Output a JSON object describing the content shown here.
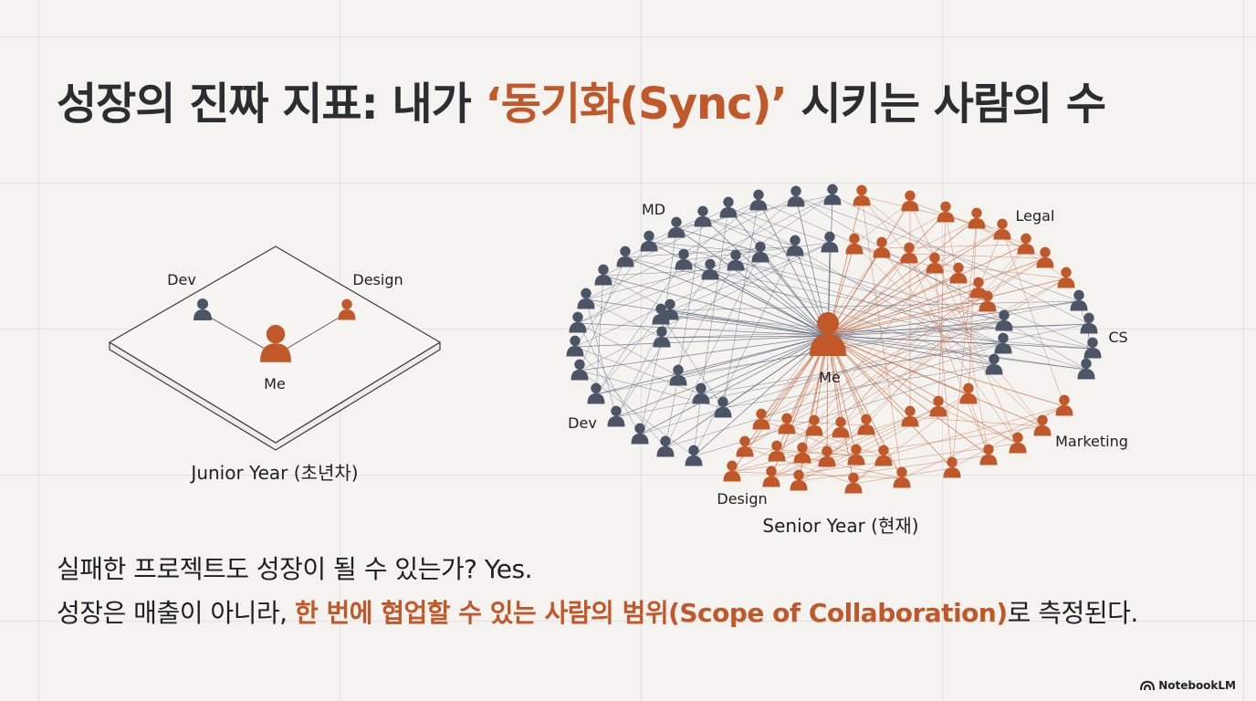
{
  "title": {
    "prefix": "성장의 진짜 지표: 내가 ",
    "highlight": "‘동기화(Sync)’",
    "suffix": " 시키는 사람의 수"
  },
  "junior": {
    "caption": "Junior Year (초년차)",
    "labels": {
      "dev": "Dev",
      "design": "Design",
      "me": "Me"
    }
  },
  "senior": {
    "caption": "Senior Year (현재)",
    "labels": {
      "md": "MD",
      "legal": "Legal",
      "cs": "CS",
      "marketing": "Marketing",
      "design": "Design",
      "dev": "Dev",
      "me": "Me"
    }
  },
  "body": {
    "line1": "실패한 프로젝트도 성장이 될 수 있는가? Yes.",
    "line2_prefix": "성장은 매출이 아니라, ",
    "line2_highlight": "한 번에 협업할 수 있는 사람의 범위(Scope of Collaboration)",
    "line2_suffix": "로 측정된다."
  },
  "logo": {
    "text": "NotebookLM",
    "icon": "notebooklm-icon"
  },
  "colors": {
    "accent": "#c0582a",
    "person_gray": "#4c5566",
    "person_orange": "#c0582a"
  }
}
